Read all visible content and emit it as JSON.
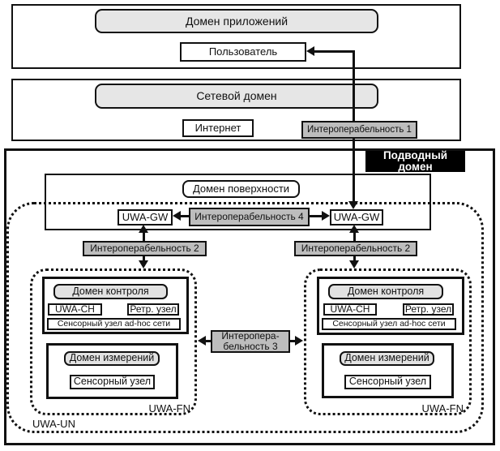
{
  "colors": {
    "border": "#111111",
    "domain_header_fill": "#e6e6e6",
    "interop_fill": "#bdbdbd",
    "black_label_fill": "#000000",
    "background": "#ffffff"
  },
  "application_domain": {
    "title": "Домен приложений",
    "user": "Пользователь"
  },
  "network_domain": {
    "title": "Сетевой домен",
    "internet": "Интернет",
    "interop1": "Интероперабельность 1"
  },
  "underwater_domain": {
    "title": "Подводный домен",
    "surface_domain": {
      "title": "Домен поверхности",
      "gateway_left": "UWA-GW",
      "gateway_right": "UWA-GW",
      "interop4": "Интероперабельность 4"
    },
    "interop2_left": "Интероперабельность 2",
    "interop2_right": "Интероперабельность 2",
    "interop3_line1": "Интеропера-",
    "interop3_line2": "бельность 3",
    "network_label": "UWA-UN",
    "field_networks": [
      {
        "control_domain": "Домен контроля",
        "cluster_head": "UWA-CH",
        "relay_node": "Ретр. узел",
        "adhoc_sensor_node": "Сенсорный узел ad-hoc сети",
        "measurement_domain": "Домен измерений",
        "sensor_node": "Сенсорный узел",
        "label": "UWA-FN"
      },
      {
        "control_domain": "Домен контроля",
        "cluster_head": "UWA-CH",
        "relay_node": "Ретр. узел",
        "adhoc_sensor_node": "Сенсорный узел ad-hoc сети",
        "measurement_domain": "Домен измерений",
        "sensor_node": "Сенсорный узел",
        "label": "UWA-FN"
      }
    ]
  }
}
